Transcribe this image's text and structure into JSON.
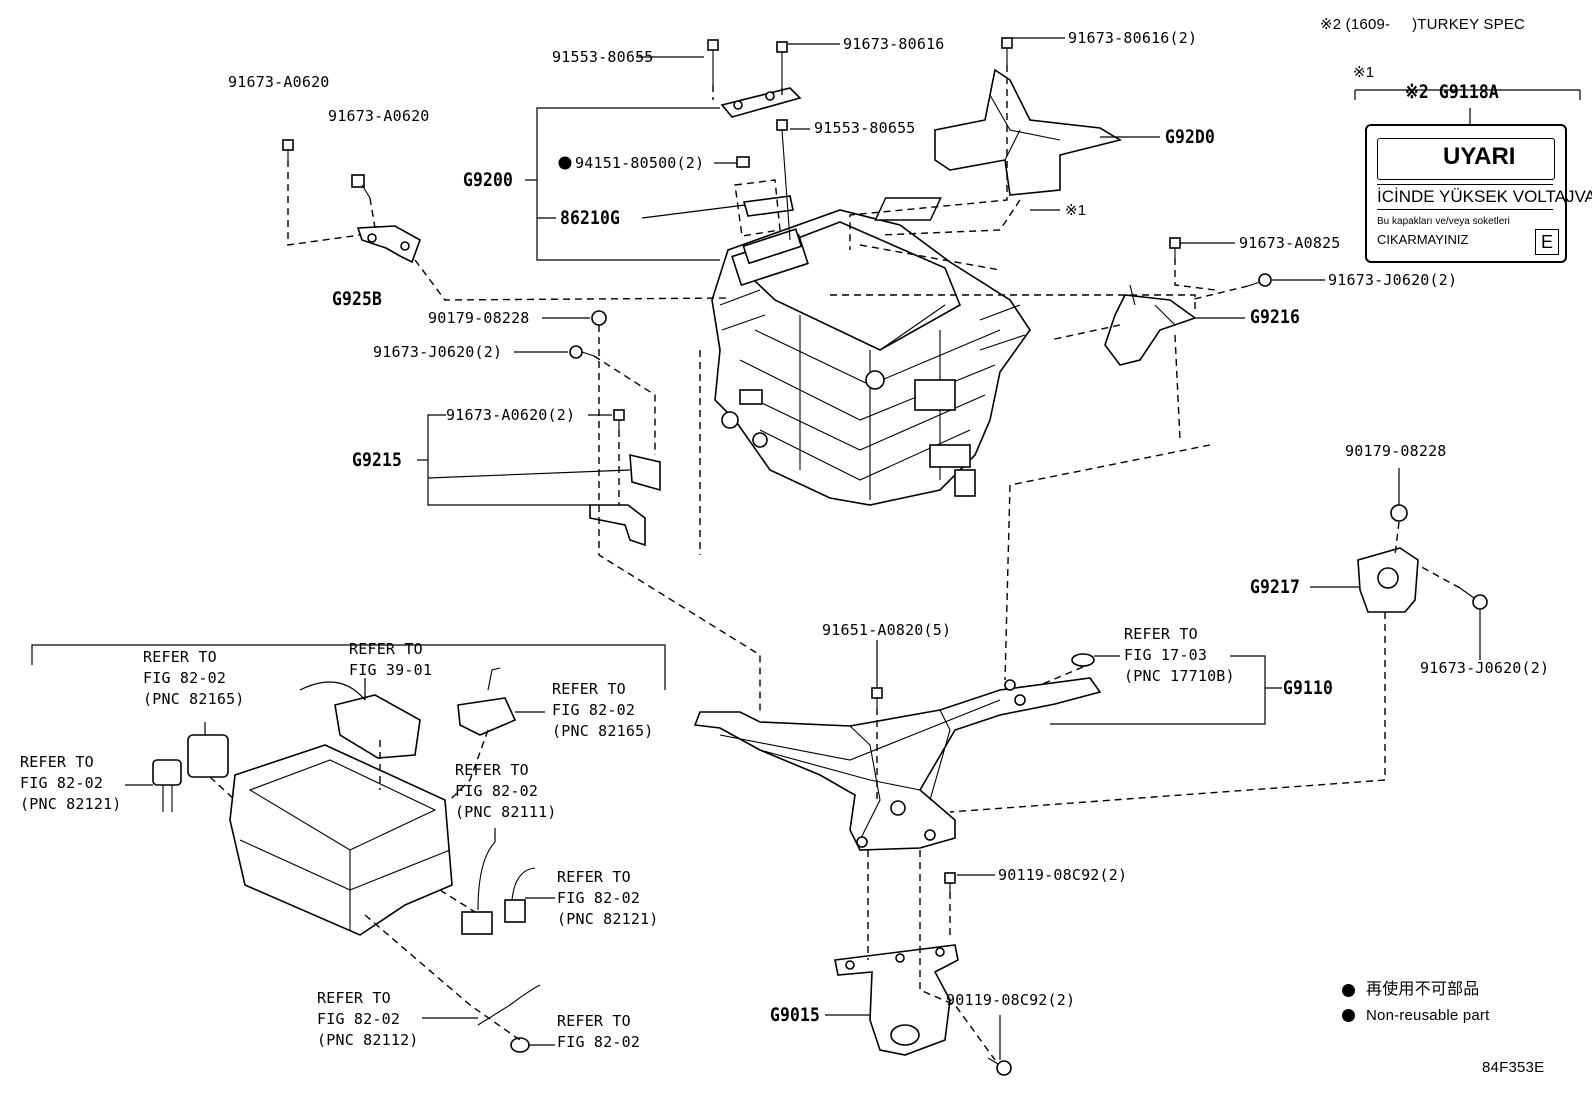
{
  "header": {
    "spec_note": "※2 (1609-     )TURKEY SPEC",
    "note_mark_1": "※1",
    "note_mark_2_part": "※2 G9118A",
    "marker_1_label": "※1"
  },
  "warning_label": {
    "title": "UYARI",
    "line1": "İCİNDE YÜKSEK VOLTAJVAR",
    "line2": "Bu kapakları ve/veya soketleri",
    "line3": "CIKARMAYINIZ",
    "corner": "E"
  },
  "parts": {
    "p_91673_A0620_a": "91673-A0620",
    "p_91673_A0620_b": "91673-A0620",
    "p_G925B": "G925B",
    "p_91553_80655_top": "91553-80655",
    "p_91673_80616": "91673-80616",
    "p_91673_80616_2": "91673-80616(2)",
    "p_G92D0": "G92D0",
    "p_91553_80655_mid": "91553-80655",
    "p_G9200": "G9200",
    "p_94151_80500": "94151-80500(2)",
    "p_86210G": "86210G",
    "p_91673_A0825": "91673-A0825",
    "p_91673_J0620_right": "91673-J0620(2)",
    "p_G9216": "G9216",
    "p_90179_08228_left": "90179-08228",
    "p_91673_J0620_left": "91673-J0620(2)",
    "p_91673_A0620_2": "91673-A0620(2)",
    "p_G9215": "G9215",
    "p_90179_08228_right": "90179-08228",
    "p_G9217": "G9217",
    "p_91673_J0620_lower": "91673-J0620(2)",
    "p_91651_A0820": "91651-A0820(5)",
    "p_G9110": "G9110",
    "p_90119_08C92_a": "90119-08C92(2)",
    "p_90119_08C92_b": "90119-08C92(2)",
    "p_G9015": "G9015"
  },
  "refs": {
    "r_fig17": "REFER TO\nFIG 17-03\n(PNC 17710B)",
    "r_82165_a": "REFER TO\nFIG 82-02\n(PNC 82165)",
    "r_fig39": "REFER TO\nFIG 39-01",
    "r_82165_b": "REFER TO\nFIG 82-02\n(PNC 82165)",
    "r_82121_a": "REFER TO\nFIG 82-02\n(PNC 82121)",
    "r_82111": "REFER TO\nFIG 82-02\n(PNC 82111)",
    "r_82121_b": "REFER TO\nFIG 82-02\n(PNC 82121)",
    "r_82112": "REFER TO\nFIG 82-02\n(PNC 82112)",
    "r_82_02": "REFER TO\nFIG 82-02"
  },
  "legend": {
    "jp": "再使用不可部品",
    "en": "Non-reusable part"
  },
  "diagram_id": "84F353E"
}
